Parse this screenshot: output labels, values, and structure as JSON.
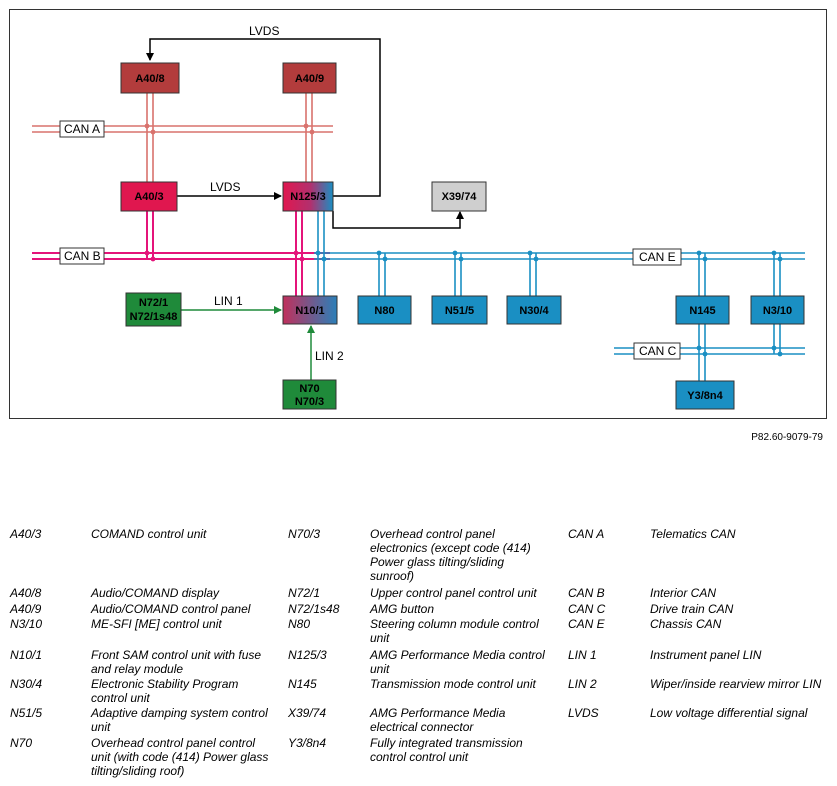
{
  "diagram": {
    "nodes": {
      "a40_8": "A40/8",
      "a40_9": "A40/9",
      "a40_3": "A40/3",
      "n125_3": "N125/3",
      "x39_74": "X39/74",
      "n72_1": "N72/1",
      "n72_1s48": "N72/1s48",
      "n10_1": "N10/1",
      "n80": "N80",
      "n51_5": "N51/5",
      "n30_4": "N30/4",
      "n145": "N145",
      "n3_10": "N3/10",
      "n70": "N70",
      "n70_3": "N70/3",
      "y3_8n4": "Y3/8n4"
    },
    "buses": {
      "can_a": "CAN A",
      "can_b": "CAN B",
      "can_c": "CAN C",
      "can_e": "CAN E"
    },
    "links": {
      "lvds_top": "LVDS",
      "lvds_mid": "LVDS",
      "lin1": "LIN 1",
      "lin2": "LIN 2"
    },
    "colors": {
      "dark_red": "#b33c3c",
      "crimson": "#e0174f",
      "magenta_bus": "#e4147a",
      "salmon_bus": "#d9726d",
      "blue": "#1a8fc3",
      "gray": "#cfcfcf",
      "green": "#1f8a3a"
    }
  },
  "reference_code": "P82.60-9079-79",
  "legend": [
    {
      "code": "A40/3",
      "desc": "COMAND control unit"
    },
    {
      "code": "A40/8",
      "desc": "Audio/COMAND display"
    },
    {
      "code": "A40/9",
      "desc": "Audio/COMAND control panel"
    },
    {
      "code": "N3/10",
      "desc": "ME-SFI [ME] control unit"
    },
    {
      "code": "N10/1",
      "desc": "Front SAM control unit with fuse and relay module"
    },
    {
      "code": "N30/4",
      "desc": "Electronic Stability Program control unit"
    },
    {
      "code": "N51/5",
      "desc": "Adaptive damping system control unit"
    },
    {
      "code": "N70",
      "desc": "Overhead control panel control unit (with code (414) Power glass tilting/sliding roof)"
    },
    {
      "code": "N70/3",
      "desc": "Overhead control panel electronics (except code (414) Power glass tilting/sliding sunroof)"
    },
    {
      "code": "N72/1",
      "desc": "Upper control panel control unit"
    },
    {
      "code": "N72/1s48",
      "desc": "AMG button"
    },
    {
      "code": "N80",
      "desc": "Steering column module control unit"
    },
    {
      "code": "N125/3",
      "desc": "AMG Performance Media control unit"
    },
    {
      "code": "N145",
      "desc": "Transmission mode control unit"
    },
    {
      "code": "X39/74",
      "desc": "AMG Performance Media electrical connector"
    },
    {
      "code": "Y3/8n4",
      "desc": "Fully integrated transmission control control unit"
    },
    {
      "code": "CAN A",
      "desc": "Telematics CAN"
    },
    {
      "code": "CAN B",
      "desc": "Interior CAN"
    },
    {
      "code": "CAN C",
      "desc": "Drive train CAN"
    },
    {
      "code": "CAN E",
      "desc": "Chassis CAN"
    },
    {
      "code": "LIN 1",
      "desc": "Instrument panel LIN"
    },
    {
      "code": "LIN 2",
      "desc": "Wiper/inside rearview mirror LIN"
    },
    {
      "code": "LVDS",
      "desc": "Low voltage differential signal"
    }
  ]
}
